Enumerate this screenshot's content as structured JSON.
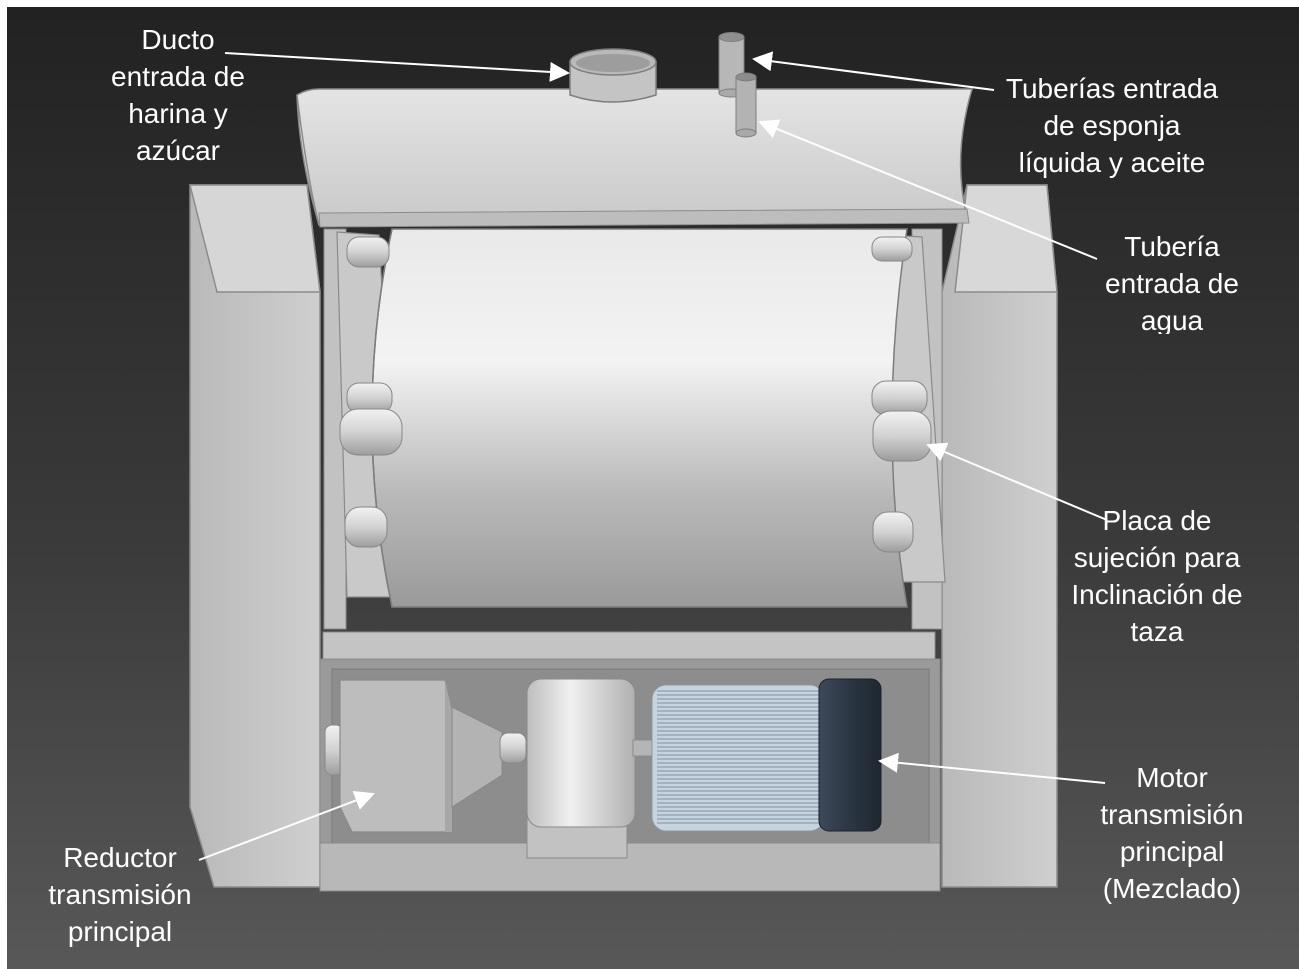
{
  "labels": {
    "flour_duct": "Ducto\nentrada de\nharina y\nazúcar",
    "sponge_oil_pipes": "Tuberías entrada\nde esponja\nlíquida y aceite",
    "water_pipe": "Tubería\nentrada de\nagua",
    "tilt_plate": "Placa de\nsujeción para\nInclinación de\ntaza",
    "main_motor": "Motor\ntransmisión\nprincipal\n(Mezclado)",
    "main_reducer": "Reductor\ntransmisión\nprincipal"
  },
  "colors": {
    "background_top": "#222222",
    "background_bottom": "#585858",
    "metal": "#c8c8c8",
    "motor_cap": "#2e3a48",
    "motor_fins": "#9fb3c6",
    "leader": "#ffffff"
  }
}
